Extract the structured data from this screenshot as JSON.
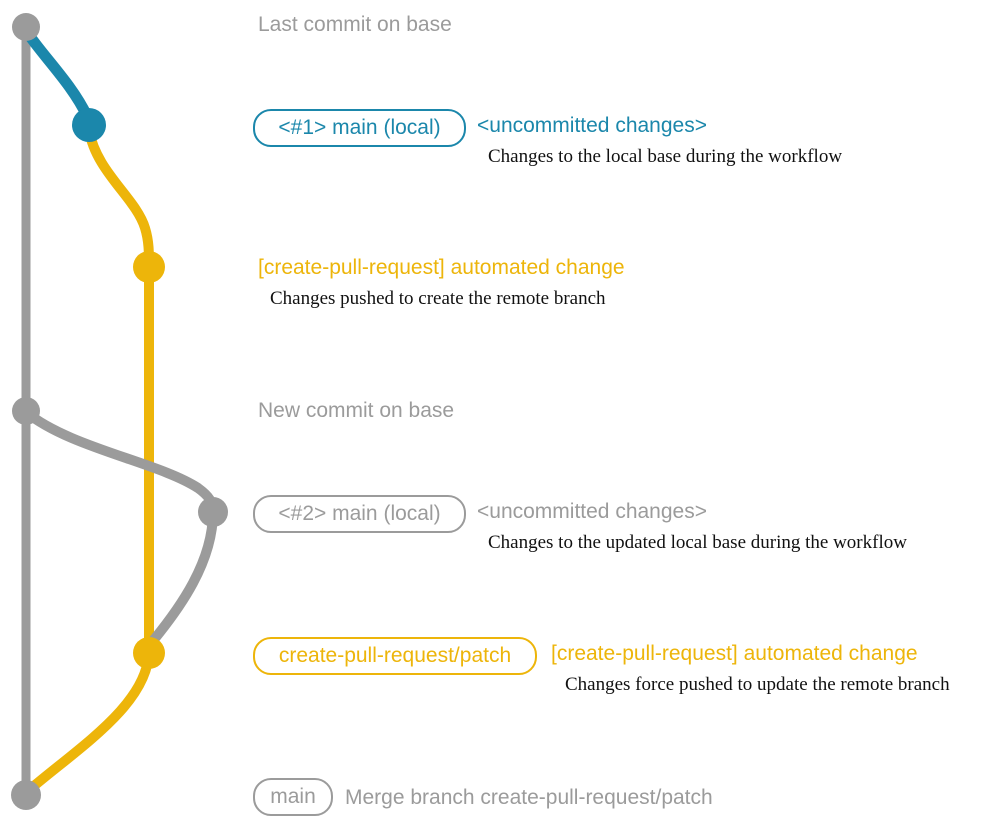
{
  "colors": {
    "gray": "#9b9b9b",
    "blue": "#1b87ab",
    "yellow": "#edb50a",
    "text": "#111111",
    "bg": "#ffffff"
  },
  "graph": {
    "description": "git branch diagram",
    "commits": [
      {
        "name": "last-commit-on-base",
        "color": "gray"
      },
      {
        "name": "uncommitted-changes-1",
        "color": "blue"
      },
      {
        "name": "automated-change-1",
        "color": "yellow"
      },
      {
        "name": "new-commit-on-base",
        "color": "gray"
      },
      {
        "name": "uncommitted-changes-2",
        "color": "gray"
      },
      {
        "name": "automated-change-2",
        "color": "yellow"
      },
      {
        "name": "merge-commit",
        "color": "gray"
      }
    ]
  },
  "rows": {
    "last_commit": {
      "label": "Last commit on base"
    },
    "uncommitted1": {
      "badge": "<#1> main (local)",
      "title": "<uncommitted changes>",
      "desc": "Changes to the local base during the workflow"
    },
    "automated1": {
      "title": "[create-pull-request] automated change",
      "desc": "Changes pushed to create the remote branch"
    },
    "new_commit": {
      "label": "New commit on base"
    },
    "uncommitted2": {
      "badge": "<#2> main (local)",
      "title": "<uncommitted changes>",
      "desc": "Changes to the updated local base during the workflow"
    },
    "automated2": {
      "badge": "create-pull-request/patch",
      "title": "[create-pull-request] automated change",
      "desc": "Changes force pushed to update the remote branch"
    },
    "merge": {
      "badge": "main",
      "label": "Merge branch create-pull-request/patch"
    }
  }
}
